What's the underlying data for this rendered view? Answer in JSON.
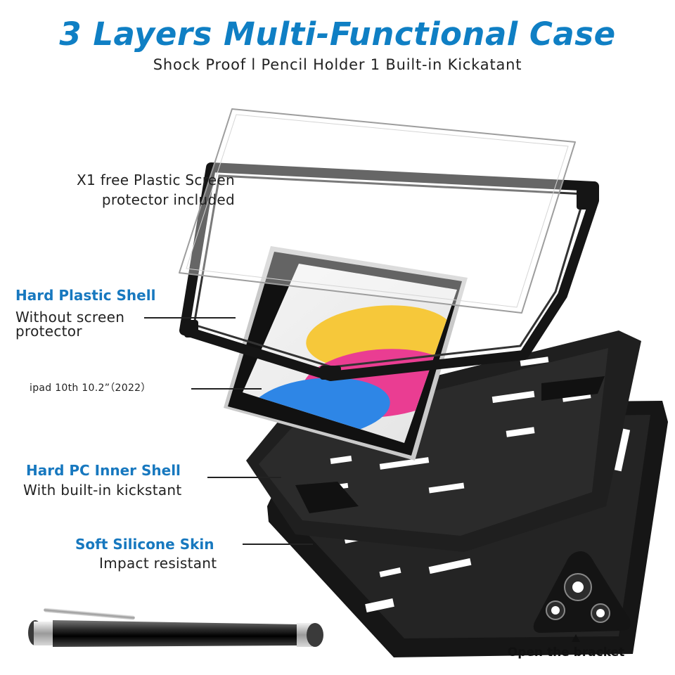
{
  "header": {
    "title": "3 Layers Multi-Functional Case",
    "subtitle": "Shock Proof l Pencil Holder 1 Built-in Kickatant"
  },
  "callouts": {
    "screen_protector": {
      "line1": "X1 free Plastic Screen",
      "line2": "protector included"
    },
    "hard_plastic_shell": {
      "heading": "Hard Plastic Shell",
      "line1": "Without screen",
      "line2": "protector"
    },
    "ipad": {
      "text": "ipad 10th 10.2”（2022）"
    },
    "hard_pc_inner_shell": {
      "heading": "Hard PC Inner Shell",
      "text": "With built-in kickstant"
    },
    "soft_silicone_skin": {
      "heading": "Soft Silicone Skin",
      "text": "Impact resistant"
    }
  },
  "bracket": {
    "label": "Open the bracket"
  },
  "colors": {
    "title_blue": "#0f7fc4",
    "heading_blue": "#1778bf",
    "case_black": "#151515",
    "wallpaper_yellow": "#f6c83a",
    "wallpaper_pink": "#ea3d92",
    "wallpaper_blue": "#2e86e6"
  },
  "icons": {
    "stylus": "stylus-pen-icon",
    "bracket": "kickstand-bracket-icon",
    "pointer": "triangle-up-icon"
  }
}
